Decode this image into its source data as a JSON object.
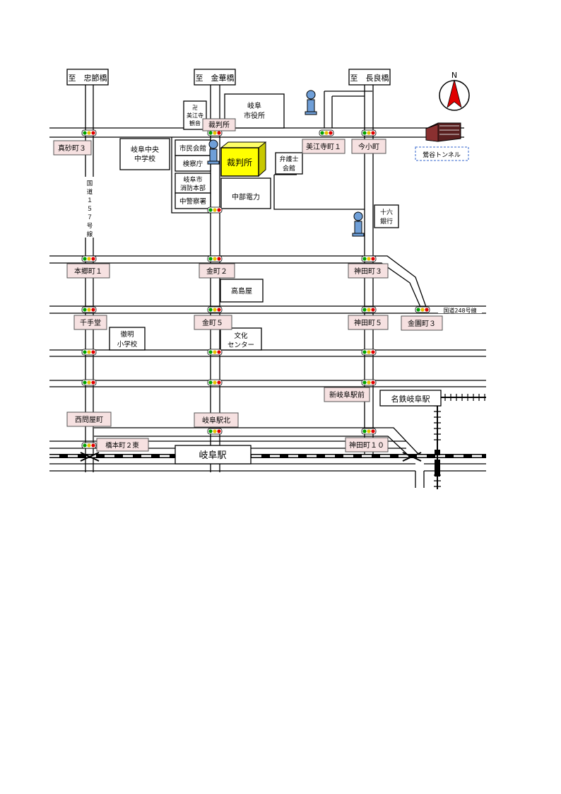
{
  "colors": {
    "intersection_label_bg": "#f6e1e1",
    "court_building": "#ffff00",
    "north_arrow": "#e00000",
    "signal_red": "#e00000",
    "signal_yellow": "#e8c000",
    "signal_green": "#00a000",
    "tunnel_label_border": "#3366cc",
    "person_icon": "#6f9fd8"
  },
  "north": "N",
  "directions": {
    "chusetsu": "至　忠節橋",
    "kinka": "至　金華橋",
    "nagara": "至　長良橋"
  },
  "intersections": {
    "masagocho3": "真砂町３",
    "saibansho": "裁判所",
    "mieji1": "美江寺町１",
    "imakomachi": "今小町",
    "hongo1": "本郷町１",
    "kogane2": "金町２",
    "kanda3": "神田町３",
    "senjudo": "千手堂",
    "kogane5": "金町５",
    "kanda5": "神田町５",
    "kinen3": "金園町３",
    "shingifu": "新岐阜駅前",
    "nishidoya": "西問屋町",
    "gifukita": "岐阜駅北",
    "kanda10": "神田町１０",
    "hashimoto2": "橋本町２東"
  },
  "buildings": {
    "mieji_temple": [
      "卍",
      "美江寺",
      "観音"
    ],
    "city_hall": [
      "岐阜",
      "市役所"
    ],
    "chuo_school": [
      "岐阜中央",
      "中学校"
    ],
    "civic_hall": "市民会館",
    "court": "裁判所",
    "bar_assoc": [
      "弁護士",
      "会館"
    ],
    "prosecutors": "検察庁",
    "fire_dept": [
      "岐阜市",
      "消防本部"
    ],
    "chubu_power": "中部電力",
    "police": "中警察署",
    "juroku_bank": [
      "十六",
      "銀行"
    ],
    "takashimaya": "高島屋",
    "tetsumei_school": [
      "徹明",
      "小学校"
    ],
    "culture_center": [
      "文化",
      "センター"
    ],
    "meitetsu_gifu": "名鉄岐阜駅",
    "gifu_station": "岐阜駅"
  },
  "roads": {
    "route157": [
      "国",
      "道",
      "１",
      "５",
      "７",
      "号",
      "線"
    ],
    "route248": "国道248号線"
  },
  "tunnel": "鶯谷トンネル"
}
